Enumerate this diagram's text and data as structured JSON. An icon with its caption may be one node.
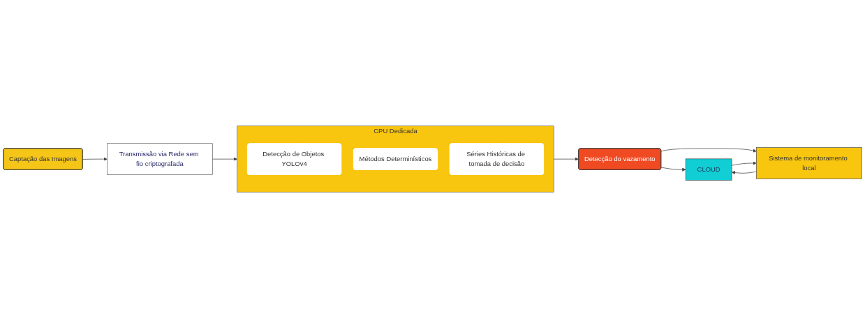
{
  "diagram": {
    "nodes": [
      {
        "text": [
          "Captação das Imagens"
        ]
      },
      {
        "text": [
          "Transmissão via Rede sem fio criptografada"
        ]
      },
      {
        "text": [
          "CPU Dedicada"
        ]
      },
      {
        "text": [
          "Detecção de Objetos YOLOv4"
        ],
        "in": 2
      },
      {
        "text": [
          "Métodos Determinísticos"
        ],
        "in": 2
      },
      {
        "text": [
          "Séries Históricas de tomada de decisão"
        ],
        "in": 2
      },
      {
        "text": [
          "Detecção do vazamento"
        ]
      },
      {
        "text": [
          "CLOUD"
        ]
      },
      {
        "text": [
          "Sistema de monitoramento local"
        ]
      }
    ],
    "edges": [
      {
        "from": 0,
        "to": 1,
        "arrow": "to"
      },
      {
        "from": 1,
        "to": 2,
        "arrow": "to"
      },
      {
        "from": 2,
        "to": 6,
        "arrow": "to"
      },
      {
        "from": 6,
        "to": 7,
        "arrow": "to"
      },
      {
        "from": 6,
        "to": 8,
        "arrow": "to"
      },
      {
        "from": 8,
        "to": 7,
        "arrow": "to"
      },
      {
        "from": 7,
        "to": 8,
        "arrow": "to"
      }
    ]
  }
}
